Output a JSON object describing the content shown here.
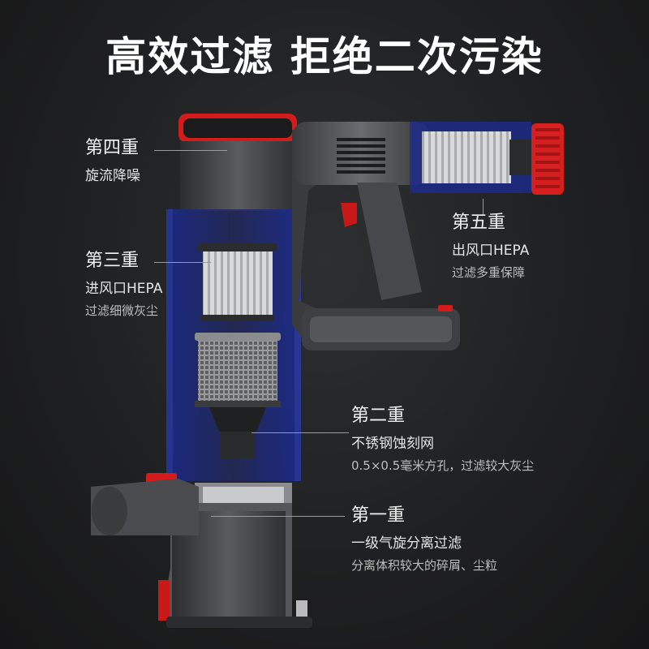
{
  "headline": "高效过滤  拒绝二次污染",
  "stages": {
    "fourth": {
      "title": "第四重",
      "line1": "旋流降噪"
    },
    "third": {
      "title": "第三重",
      "line1": "进风口HEPA",
      "line2": "过滤细微灰尘"
    },
    "fifth": {
      "title": "第五重",
      "line1": "出风口HEPA",
      "line2": "过滤多重保障"
    },
    "second": {
      "title": "第二重",
      "line1": "不锈钢蚀刻网",
      "line2": "0.5×0.5毫米方孔，过滤较大灰尘"
    },
    "first": {
      "title": "第一重",
      "line1": "一级气旋分离过滤",
      "line2": "分离体积较大的碎屑、尘粒"
    }
  },
  "colors": {
    "accent_red": "#d61f1f",
    "body_gray": "#4a4b4d",
    "glow_blue": "#2d46c8",
    "background": "#1f2021"
  }
}
